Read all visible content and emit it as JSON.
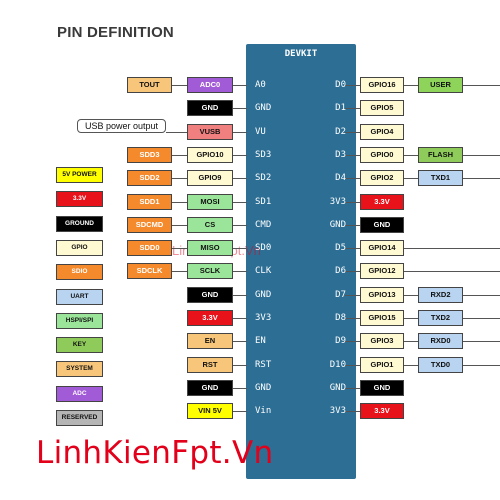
{
  "title": "PIN DEFINITION",
  "board_title": "DEVKIT",
  "usb_callout": "USB power output",
  "watermark": "LinhKienFpt.Vn",
  "brand": "LinhKienFpt.Vn",
  "colors": {
    "board": "#2c6e94",
    "power_5v": "#ffff00",
    "power_3v3": "#e8121b",
    "ground": "#000000",
    "gpio": "#fffad2",
    "sdio": "#f58a2d",
    "uart": "#b8d4f0",
    "hspi": "#9be59b",
    "key": "#8fcb5a",
    "system": "#f8c67b",
    "adc": "#a25bd6",
    "reserved": "#b5b5b5",
    "usb": "#f08080",
    "user": "#8fd45a",
    "brand": "#e2001a"
  },
  "legend": [
    {
      "label": "5V POWER",
      "kind": "power_5v"
    },
    {
      "label": "3.3V",
      "kind": "power_3v3"
    },
    {
      "label": "GROUND",
      "kind": "ground"
    },
    {
      "label": "GPIO",
      "kind": "gpio"
    },
    {
      "label": "SDIO",
      "kind": "sdio"
    },
    {
      "label": "UART",
      "kind": "uart"
    },
    {
      "label": "HSPI/SPI",
      "kind": "hspi"
    },
    {
      "label": "KEY",
      "kind": "key"
    },
    {
      "label": "SYSTEM",
      "kind": "system"
    },
    {
      "label": "ADC",
      "kind": "adc"
    },
    {
      "label": "RESERVED",
      "kind": "reserved"
    }
  ],
  "left_pins": [
    {
      "board": "A0",
      "b1": {
        "text": "ADC0",
        "kind": "adc"
      },
      "b2": {
        "text": "TOUT",
        "kind": "system"
      }
    },
    {
      "board": "GND",
      "b1": {
        "text": "GND",
        "kind": "ground"
      }
    },
    {
      "board": "VU",
      "b1": {
        "text": "VUSB",
        "kind": "usb"
      },
      "callout": true
    },
    {
      "board": "SD3",
      "b1": {
        "text": "GPIO10",
        "kind": "gpio"
      },
      "b2": {
        "text": "SDD3",
        "kind": "sdio"
      }
    },
    {
      "board": "SD2",
      "b1": {
        "text": "GPIO9",
        "kind": "gpio"
      },
      "b2": {
        "text": "SDD2",
        "kind": "sdio"
      }
    },
    {
      "board": "SD1",
      "b1": {
        "text": "MOSI",
        "kind": "hspi"
      },
      "b2": {
        "text": "SDD1",
        "kind": "sdio"
      }
    },
    {
      "board": "CMD",
      "b1": {
        "text": "CS",
        "kind": "hspi"
      },
      "b2": {
        "text": "SDCMD",
        "kind": "sdio"
      }
    },
    {
      "board": "SD0",
      "b1": {
        "text": "MISO",
        "kind": "hspi"
      },
      "b2": {
        "text": "SDD0",
        "kind": "sdio"
      }
    },
    {
      "board": "CLK",
      "b1": {
        "text": "SCLK",
        "kind": "hspi"
      },
      "b2": {
        "text": "SDCLK",
        "kind": "sdio"
      }
    },
    {
      "board": "GND",
      "b1": {
        "text": "GND",
        "kind": "ground"
      }
    },
    {
      "board": "3V3",
      "b1": {
        "text": "3.3V",
        "kind": "power_3v3"
      }
    },
    {
      "board": "EN",
      "b1": {
        "text": "EN",
        "kind": "system"
      }
    },
    {
      "board": "RST",
      "b1": {
        "text": "RST",
        "kind": "system"
      }
    },
    {
      "board": "GND",
      "b1": {
        "text": "GND",
        "kind": "ground"
      }
    },
    {
      "board": "Vin",
      "b1": {
        "text": "VIN 5V",
        "kind": "power_5v"
      }
    }
  ],
  "right_pins": [
    {
      "board": "D0",
      "b1": {
        "text": "GPIO16",
        "kind": "gpio"
      },
      "b2": {
        "text": "USER",
        "kind": "user"
      },
      "line": true
    },
    {
      "board": "D1",
      "b1": {
        "text": "GPIO5",
        "kind": "gpio"
      }
    },
    {
      "board": "D2",
      "b1": {
        "text": "GPIO4",
        "kind": "gpio"
      }
    },
    {
      "board": "D3",
      "b1": {
        "text": "GPIO0",
        "kind": "gpio"
      },
      "b2": {
        "text": "FLASH",
        "kind": "key"
      },
      "line": true
    },
    {
      "board": "D4",
      "b1": {
        "text": "GPIO2",
        "kind": "gpio"
      },
      "b2": {
        "text": "TXD1",
        "kind": "uart"
      },
      "line": true
    },
    {
      "board": "3V3",
      "b1": {
        "text": "3.3V",
        "kind": "power_3v3"
      }
    },
    {
      "board": "GND",
      "b1": {
        "text": "GND",
        "kind": "ground"
      }
    },
    {
      "board": "D5",
      "b1": {
        "text": "GPIO14",
        "kind": "gpio"
      },
      "line": true
    },
    {
      "board": "D6",
      "b1": {
        "text": "GPIO12",
        "kind": "gpio"
      },
      "line": true
    },
    {
      "board": "D7",
      "b1": {
        "text": "GPIO13",
        "kind": "gpio"
      },
      "b2": {
        "text": "RXD2",
        "kind": "uart"
      },
      "line": true
    },
    {
      "board": "D8",
      "b1": {
        "text": "GPIO15",
        "kind": "gpio"
      },
      "b2": {
        "text": "TXD2",
        "kind": "uart"
      },
      "line": true
    },
    {
      "board": "D9",
      "b1": {
        "text": "GPIO3",
        "kind": "gpio"
      },
      "b2": {
        "text": "RXD0",
        "kind": "uart"
      },
      "line": true
    },
    {
      "board": "D10",
      "b1": {
        "text": "GPIO1",
        "kind": "gpio"
      },
      "b2": {
        "text": "TXD0",
        "kind": "uart"
      },
      "line": true
    },
    {
      "board": "GND",
      "b1": {
        "text": "GND",
        "kind": "ground"
      }
    },
    {
      "board": "3V3",
      "b1": {
        "text": "3.3V",
        "kind": "power_3v3"
      }
    }
  ]
}
